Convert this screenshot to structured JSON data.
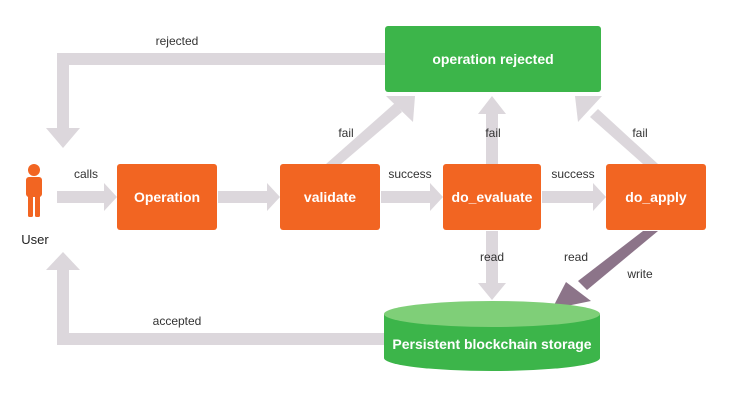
{
  "colors": {
    "process": "#f26522",
    "status": "#3cb54a",
    "storage_top": "#7fcf78",
    "arrow": "#dcd7dc",
    "write_arrow": "#8c7489",
    "user_icon": "#f26522"
  },
  "actor": {
    "label": "User",
    "icon": "person-icon"
  },
  "nodes": {
    "operation": "Operation",
    "validate": "validate",
    "do_evaluate": "do_evaluate",
    "do_apply": "do_apply",
    "rejected": "operation rejected",
    "storage": "Persistent blockchain storage"
  },
  "edges": {
    "rejected": "rejected",
    "calls": "calls",
    "fail_validate": "fail",
    "fail_evaluate": "fail",
    "fail_apply": "fail",
    "success_validate": "success",
    "success_evaluate": "success",
    "read_evaluate": "read",
    "read_apply": "read",
    "write_apply": "write",
    "accepted": "accepted"
  }
}
